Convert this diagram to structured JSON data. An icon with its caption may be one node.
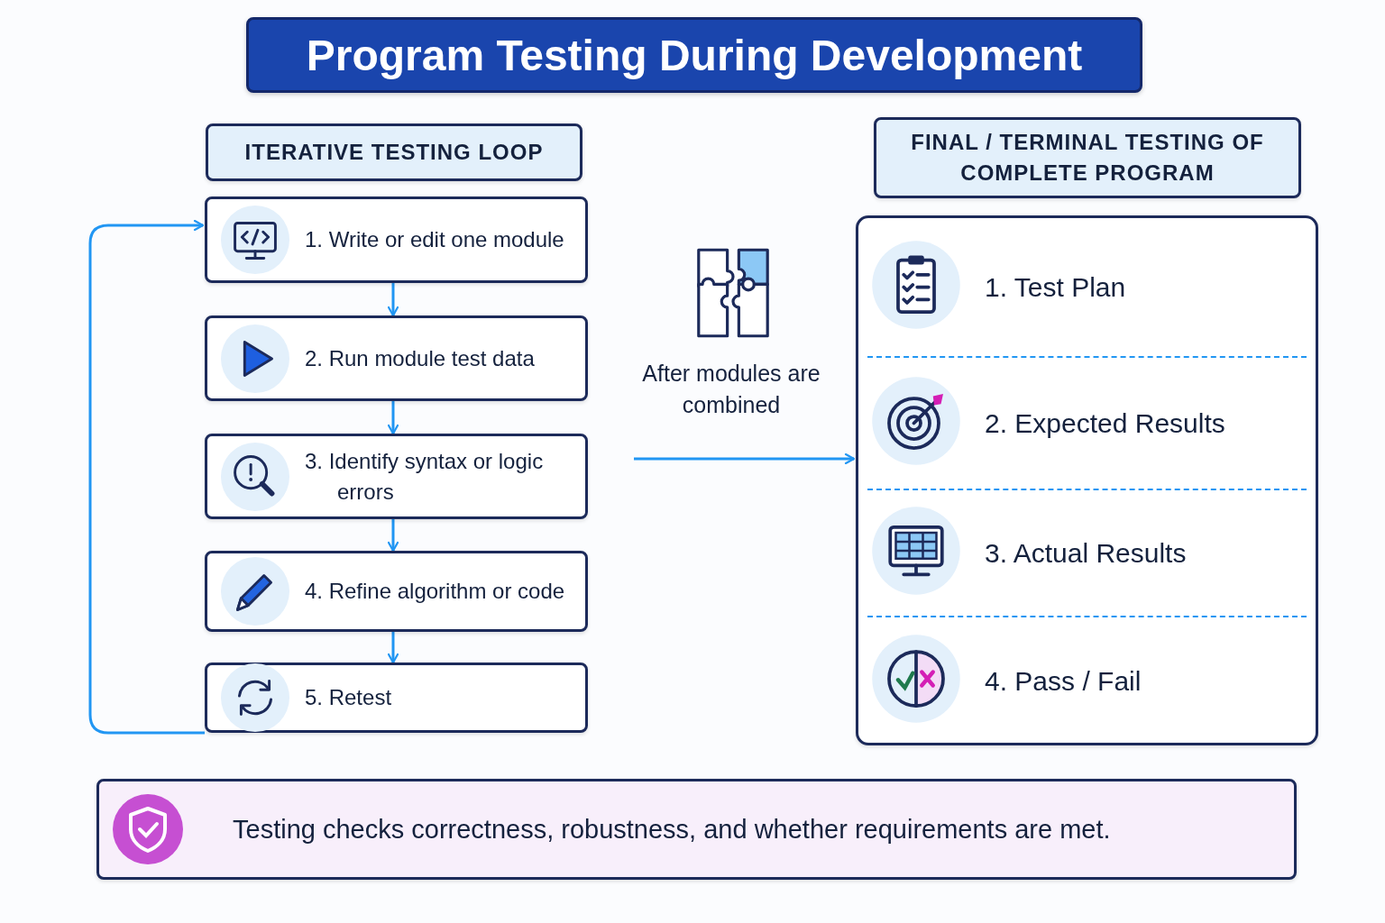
{
  "diagram": {
    "title": "Program Testing During Development",
    "nodes": [
      {
        "text": [
          "ITERATIVE TESTING LOOP"
        ]
      },
      {
        "text": [
          "1. Write or edit one module"
        ]
      },
      {
        "text": [
          "2. Run module test data"
        ]
      },
      {
        "text": [
          "3. Identify syntax or logic errors"
        ]
      },
      {
        "text": [
          "4. Refine algorithm or code"
        ]
      },
      {
        "text": [
          "5. Retest"
        ]
      },
      {
        "text": [
          "FINAL / TERMINAL TESTING OF COMPLETE PROGRAM"
        ]
      },
      {
        "text": [],
        "shape": "box"
      },
      {
        "text": [
          "1. Test Plan"
        ],
        "in": 7
      },
      {
        "text": [
          "2. Expected Results"
        ],
        "in": 7
      },
      {
        "text": [
          "3. Actual Results"
        ],
        "in": 7
      },
      {
        "text": [
          "4. Pass / Fail"
        ],
        "in": 7
      },
      {
        "text": [
          "Testing checks correctness, robustness, and whether requirements are met."
        ]
      }
    ],
    "edges": [
      {
        "from": 1,
        "to": 2,
        "arrow": "to"
      },
      {
        "from": 2,
        "to": 3,
        "arrow": "to"
      },
      {
        "from": 3,
        "to": 4,
        "arrow": "to"
      },
      {
        "from": 4,
        "to": 5,
        "arrow": "to"
      },
      {
        "from": 5,
        "to": 1,
        "arrow": "to"
      },
      {
        "from": null,
        "to": 7,
        "arrow": "to",
        "label": "After modules are combined"
      }
    ]
  }
}
